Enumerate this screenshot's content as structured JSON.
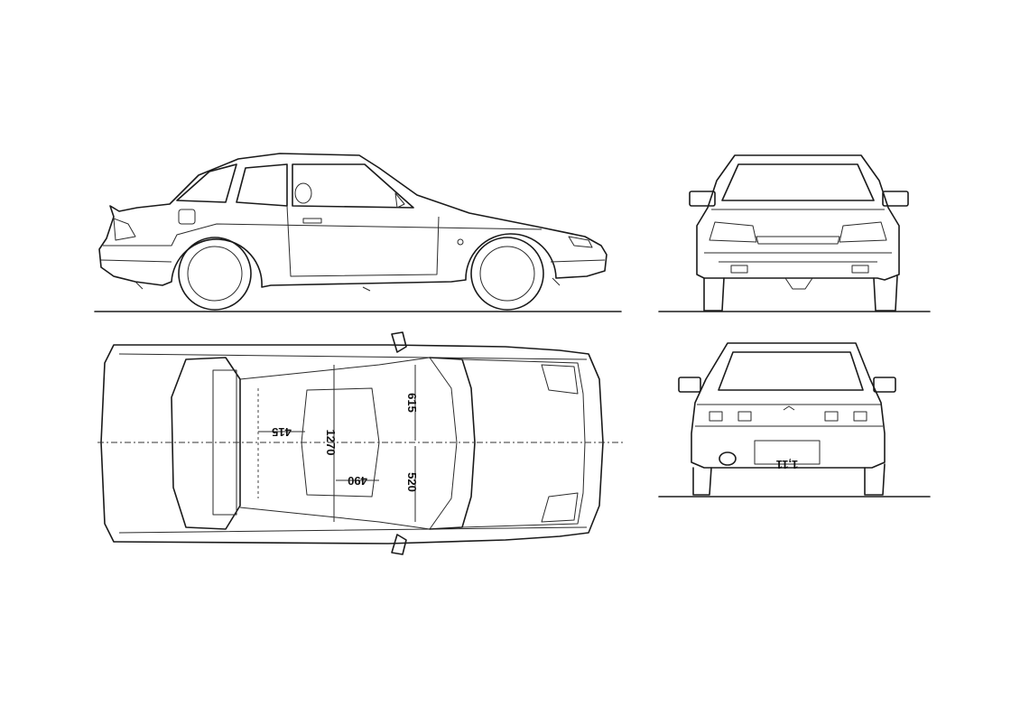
{
  "views": [
    "side-view",
    "front-view",
    "top-view",
    "rear-view"
  ],
  "dimensions": {
    "d415": "415",
    "d1270": "1270",
    "d490": "490",
    "d615": "615",
    "d520": "520"
  },
  "rear_plate_text": "1,11"
}
